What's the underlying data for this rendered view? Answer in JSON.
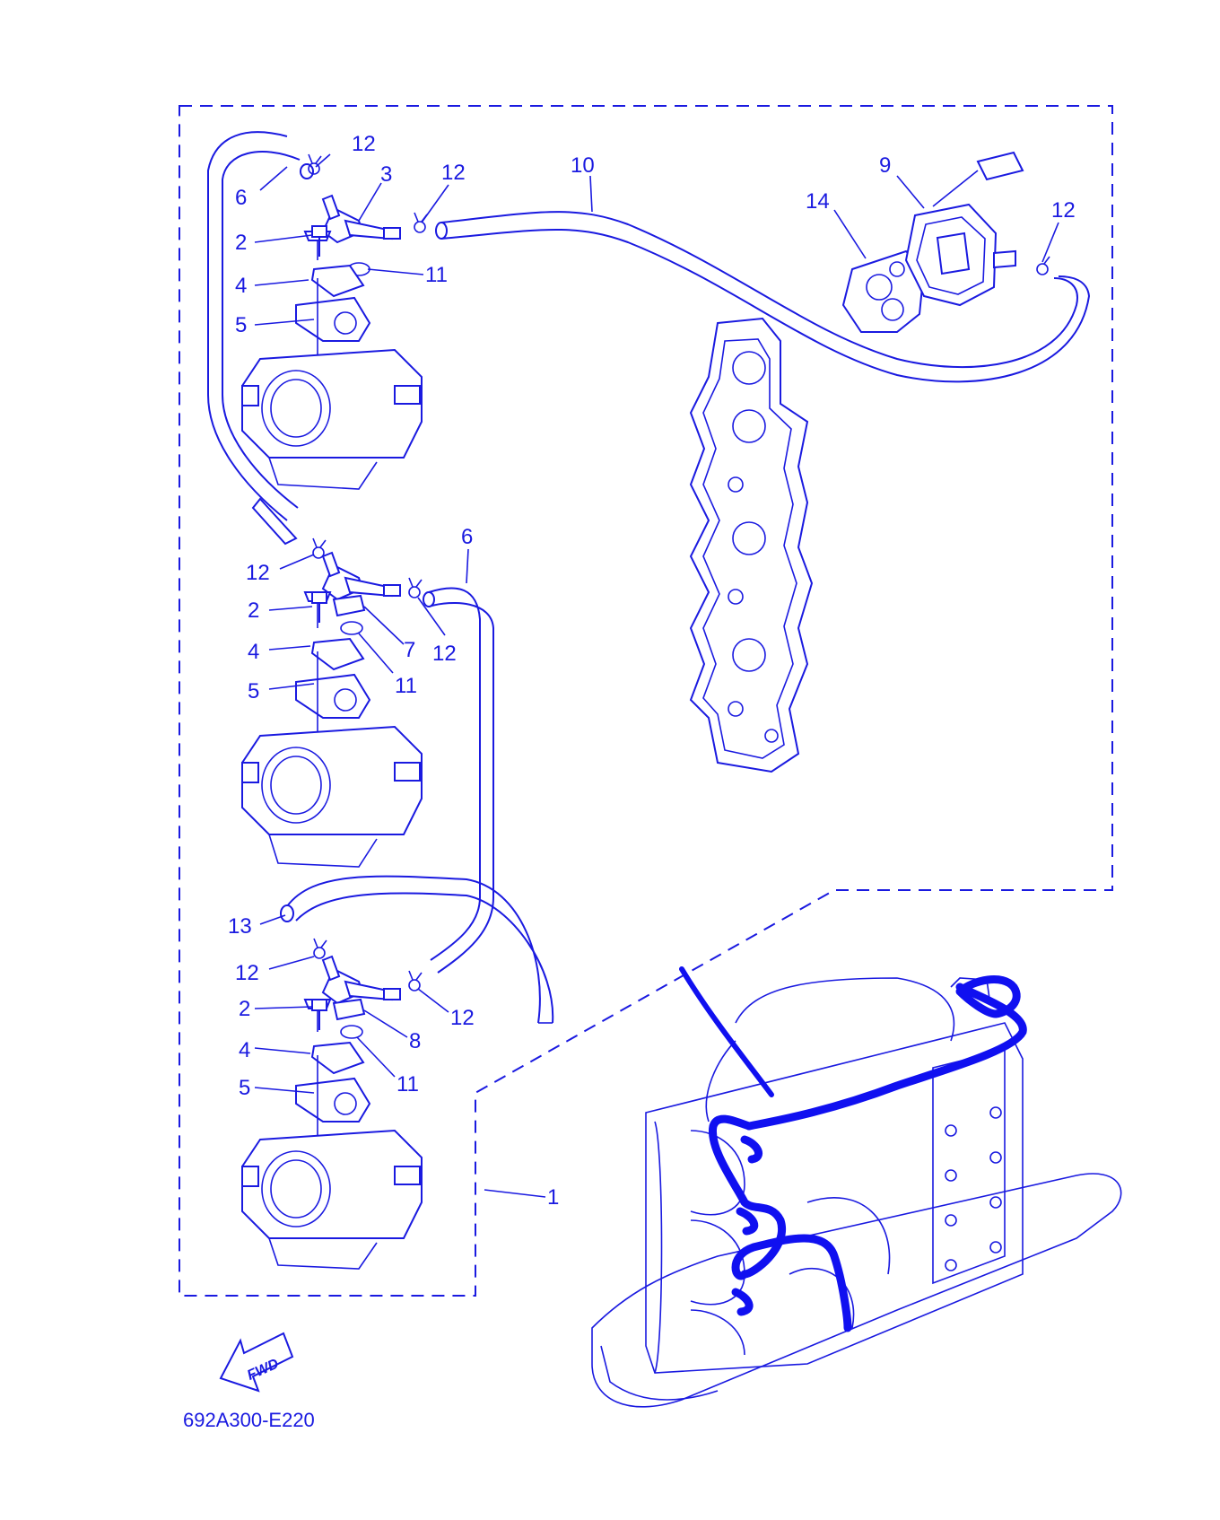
{
  "colors": {
    "ink": "#1a1ae0",
    "bold_hose": "#1010f0",
    "background": "#ffffff"
  },
  "diagram_code": "692A300-E220",
  "fwd_arrow_text": "FWD",
  "callouts": [
    "12",
    "6",
    "3",
    "12",
    "2",
    "11",
    "4",
    "5",
    "10",
    "9",
    "14",
    "12",
    "12",
    "6",
    "2",
    "7",
    "12",
    "4",
    "11",
    "5",
    "13",
    "12",
    "2",
    "12",
    "8",
    "4",
    "11",
    "5",
    "1"
  ]
}
